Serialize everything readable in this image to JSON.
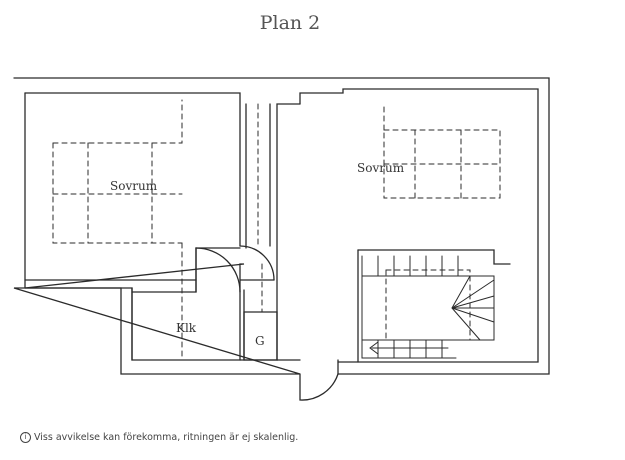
{
  "title": "Plan 2",
  "rooms": {
    "bedroom_left": "Sovrum",
    "bedroom_right": "Sovrum",
    "closet": "Klk",
    "wardrobe": "G"
  },
  "footer": {
    "icon": "info-icon",
    "note": "Viss avvikelse kan förekomma, ritningen är ej skalenlig."
  },
  "colors": {
    "line": "#2b2b2b",
    "text": "#333333"
  }
}
